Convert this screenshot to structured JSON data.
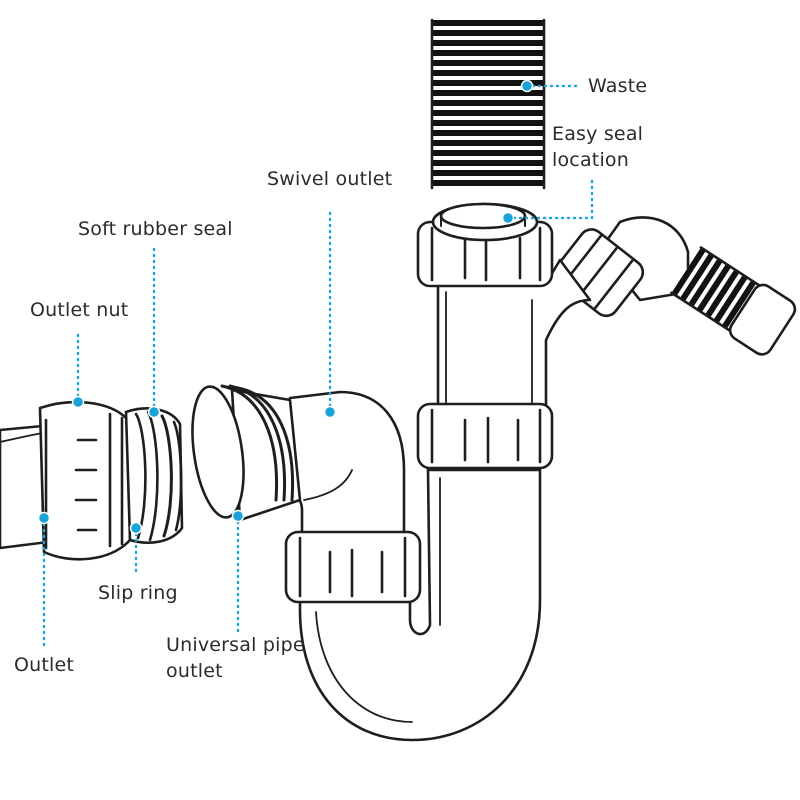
{
  "labels": {
    "waste": "Waste",
    "easy_seal": "Easy seal\nlocation",
    "swivel_outlet": "Swivel outlet",
    "soft_rubber_seal": "Soft rubber seal",
    "outlet_nut": "Outlet nut",
    "slip_ring": "Slip ring",
    "universal_pipe_outlet": "Universal pipe\noutlet",
    "outlet": "Outlet"
  },
  "colors": {
    "leader": "#1aa3d9",
    "line": "#1e1e1e",
    "text": "#2b2b2b",
    "fill": "#ffffff",
    "dark": "#111111"
  }
}
